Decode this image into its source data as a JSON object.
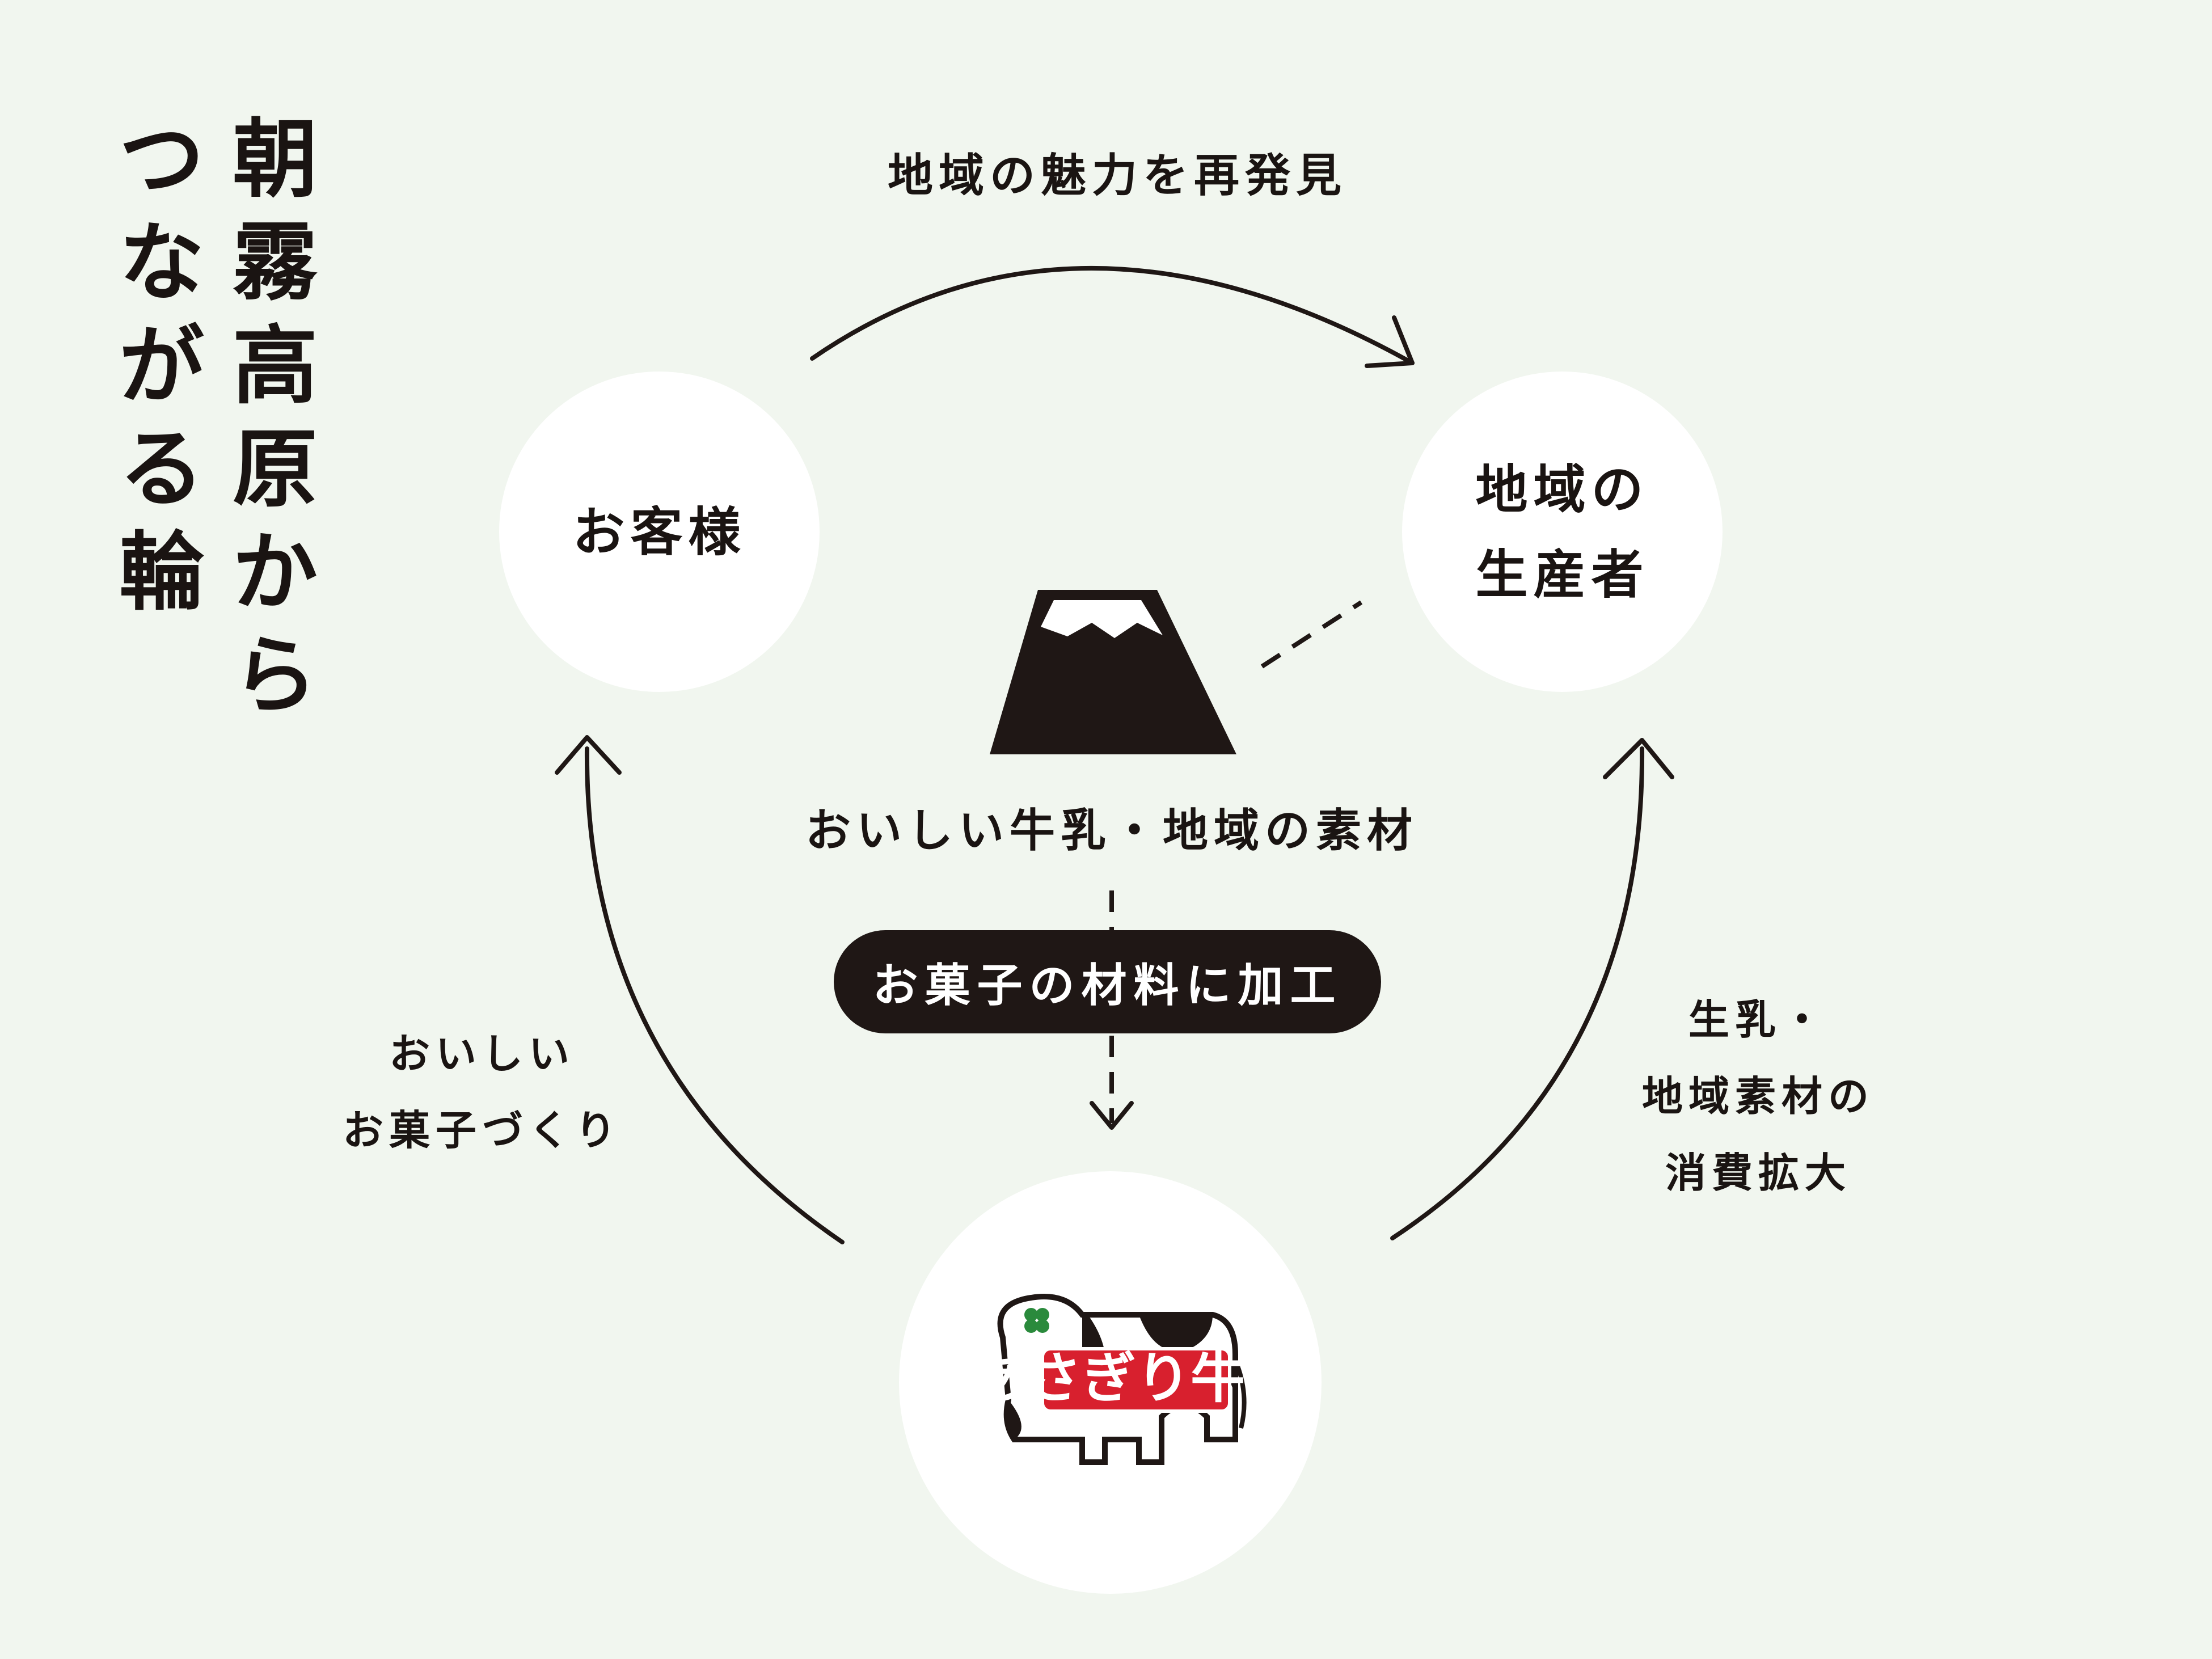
{
  "title": {
    "line1": "朝霧高原から",
    "line2": "つながる輪"
  },
  "nodes": {
    "customer": "お客様",
    "producer": "地域の\n生産者",
    "brand_logo": "あさぎり牛乳"
  },
  "edges": {
    "top": "地域の魅力を再発見",
    "center": "おいしい牛乳・地域の素材",
    "process": "お菓子の材料に加工",
    "left_line1": "おいしい",
    "left_line2": "お菓子づくり",
    "right_line1": "生乳・",
    "right_line2": "地域素材の",
    "right_line3": "消費拡大"
  },
  "colors": {
    "background": "#f1f6ef",
    "ink": "#1f1715",
    "circle": "#ffffff",
    "logo_red": "#d8202e",
    "logo_green": "#2a8a3c"
  },
  "icons": [
    "mount-fuji-icon",
    "clover-icon"
  ]
}
